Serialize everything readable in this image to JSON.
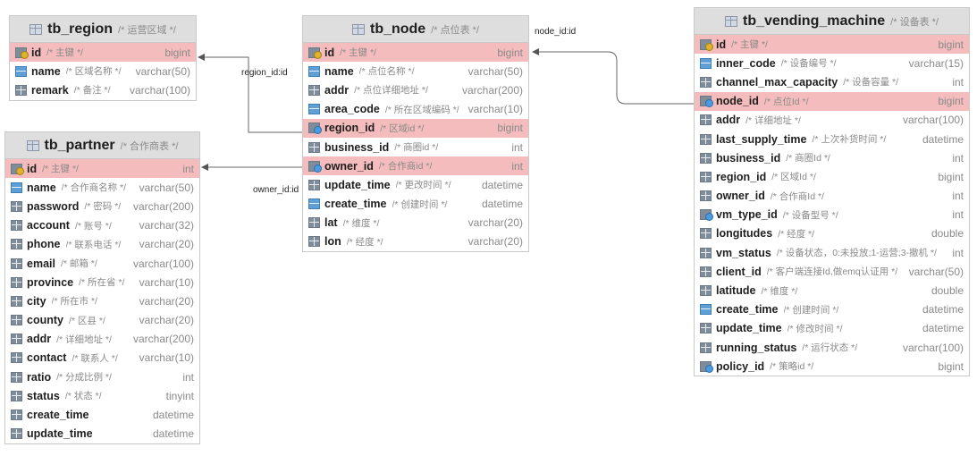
{
  "tables": {
    "region": {
      "name": "tb_region",
      "comment": "/* 运营区域 */",
      "columns": [
        {
          "name": "id",
          "comment": "/* 主键 */",
          "type": "bigint",
          "icon": "primary-key-icon"
        },
        {
          "name": "name",
          "comment": "/* 区域名称 */",
          "type": "varchar(50)",
          "icon": "index-column-icon"
        },
        {
          "name": "remark",
          "comment": "/* 备注 */",
          "type": "varchar(100)",
          "icon": "column-icon"
        }
      ]
    },
    "partner": {
      "name": "tb_partner",
      "comment": "/* 合作商表 */",
      "columns": [
        {
          "name": "id",
          "comment": "/* 主键 */",
          "type": "int",
          "icon": "primary-key-icon"
        },
        {
          "name": "name",
          "comment": "/* 合作商名称 */",
          "type": "varchar(50)",
          "icon": "index-column-icon"
        },
        {
          "name": "password",
          "comment": "/* 密码 */",
          "type": "varchar(200)",
          "icon": "column-icon"
        },
        {
          "name": "account",
          "comment": "/* 账号 */",
          "type": "varchar(32)",
          "icon": "column-icon"
        },
        {
          "name": "phone",
          "comment": "/* 联系电话 */",
          "type": "varchar(20)",
          "icon": "column-icon"
        },
        {
          "name": "email",
          "comment": "/* 邮箱 */",
          "type": "varchar(100)",
          "icon": "column-icon"
        },
        {
          "name": "province",
          "comment": "/* 所在省 */",
          "type": "varchar(10)",
          "icon": "column-icon"
        },
        {
          "name": "city",
          "comment": "/* 所在市 */",
          "type": "varchar(20)",
          "icon": "column-icon"
        },
        {
          "name": "county",
          "comment": "/* 区县 */",
          "type": "varchar(20)",
          "icon": "column-icon"
        },
        {
          "name": "addr",
          "comment": "/* 详细地址 */",
          "type": "varchar(200)",
          "icon": "column-icon"
        },
        {
          "name": "contact",
          "comment": "/* 联系人 */",
          "type": "varchar(10)",
          "icon": "column-icon"
        },
        {
          "name": "ratio",
          "comment": "/* 分成比例 */",
          "type": "int",
          "icon": "column-icon"
        },
        {
          "name": "status",
          "comment": "/* 状态 */",
          "type": "tinyint",
          "icon": "column-icon"
        },
        {
          "name": "create_time",
          "comment": "",
          "type": "datetime",
          "icon": "column-icon"
        },
        {
          "name": "update_time",
          "comment": "",
          "type": "datetime",
          "icon": "column-icon"
        }
      ]
    },
    "node": {
      "name": "tb_node",
      "comment": "/* 点位表 */",
      "columns": [
        {
          "name": "id",
          "comment": "/* 主键 */",
          "type": "bigint",
          "icon": "primary-key-icon"
        },
        {
          "name": "name",
          "comment": "/* 点位名称 */",
          "type": "varchar(50)",
          "icon": "index-column-icon"
        },
        {
          "name": "addr",
          "comment": "/* 点位详细地址 */",
          "type": "varchar(200)",
          "icon": "column-icon"
        },
        {
          "name": "area_code",
          "comment": "/* 所在区域编码 */",
          "type": "varchar(10)",
          "icon": "index-column-icon"
        },
        {
          "name": "region_id",
          "comment": "/* 区域id */",
          "type": "bigint",
          "icon": "foreign-key-icon"
        },
        {
          "name": "business_id",
          "comment": "/* 商圈id */",
          "type": "int",
          "icon": "column-icon"
        },
        {
          "name": "owner_id",
          "comment": "/* 合作商id */",
          "type": "int",
          "icon": "foreign-key-icon"
        },
        {
          "name": "update_time",
          "comment": "/* 更改时间 */",
          "type": "datetime",
          "icon": "column-icon"
        },
        {
          "name": "create_time",
          "comment": "/* 创建时间 */",
          "type": "datetime",
          "icon": "index-column-icon"
        },
        {
          "name": "lat",
          "comment": "/* 维度 */",
          "type": "varchar(20)",
          "icon": "column-icon"
        },
        {
          "name": "lon",
          "comment": "/* 经度 */",
          "type": "varchar(20)",
          "icon": "column-icon"
        }
      ]
    },
    "vending": {
      "name": "tb_vending_machine",
      "comment": "/* 设备表 */",
      "columns": [
        {
          "name": "id",
          "comment": "/* 主键 */",
          "type": "bigint",
          "icon": "primary-key-icon"
        },
        {
          "name": "inner_code",
          "comment": "/* 设备编号 */",
          "type": "varchar(15)",
          "icon": "index-column-icon"
        },
        {
          "name": "channel_max_capacity",
          "comment": "/* 设备容量 */",
          "type": "int",
          "icon": "column-icon"
        },
        {
          "name": "node_id",
          "comment": "/* 点位Id */",
          "type": "bigint",
          "icon": "foreign-key-icon"
        },
        {
          "name": "addr",
          "comment": "/* 详细地址 */",
          "type": "varchar(100)",
          "icon": "column-icon"
        },
        {
          "name": "last_supply_time",
          "comment": "/* 上次补货时间 */",
          "type": "datetime",
          "icon": "column-icon"
        },
        {
          "name": "business_id",
          "comment": "/* 商圈Id */",
          "type": "int",
          "icon": "column-icon"
        },
        {
          "name": "region_id",
          "comment": "/* 区域Id */",
          "type": "bigint",
          "icon": "column-icon"
        },
        {
          "name": "owner_id",
          "comment": "/* 合作商Id */",
          "type": "int",
          "icon": "column-icon"
        },
        {
          "name": "vm_type_id",
          "comment": "/* 设备型号 */",
          "type": "int",
          "icon": "foreign-key-icon"
        },
        {
          "name": "longitudes",
          "comment": "/* 经度 */",
          "type": "double",
          "icon": "column-icon"
        },
        {
          "name": "vm_status",
          "comment": "/* 设备状态，0:未投放;1-运营;3-撤机 */",
          "type": "int",
          "icon": "column-icon"
        },
        {
          "name": "client_id",
          "comment": "/* 客户端连接Id,做emq认证用 */",
          "type": "varchar(50)",
          "icon": "column-icon"
        },
        {
          "name": "latitude",
          "comment": "/* 维度 */",
          "type": "double",
          "icon": "column-icon"
        },
        {
          "name": "create_time",
          "comment": "/* 创建时间 */",
          "type": "datetime",
          "icon": "index-column-icon"
        },
        {
          "name": "update_time",
          "comment": "/* 修改时间 */",
          "type": "datetime",
          "icon": "column-icon"
        },
        {
          "name": "running_status",
          "comment": "/* 运行状态 */",
          "type": "varchar(100)",
          "icon": "column-icon"
        },
        {
          "name": "policy_id",
          "comment": "/* 策略id */",
          "type": "bigint",
          "icon": "foreign-key-icon"
        }
      ]
    }
  },
  "relations": {
    "region_link": "region_id:id",
    "owner_link": "owner_id:id",
    "node_link": "node_id:id"
  }
}
